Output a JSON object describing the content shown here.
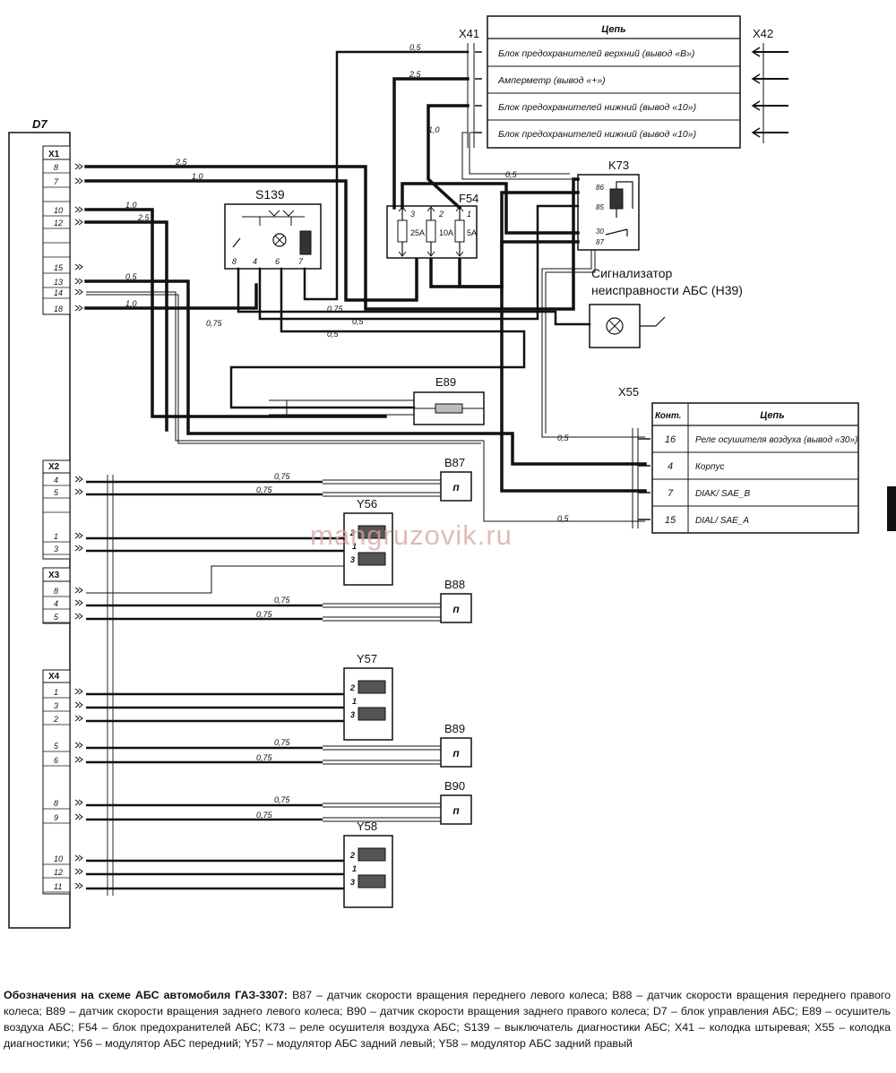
{
  "labels": {
    "d7": "D7",
    "x41": "X41",
    "x42": "X42",
    "k73": "K73",
    "f54": "F54",
    "s139": "S139",
    "e89": "E89",
    "x55": "X55",
    "b87": "B87",
    "b88": "B88",
    "b89": "B89",
    "b90": "B90",
    "y56": "Y56",
    "y57": "Y57",
    "y58": "Y58",
    "sensor_n": "п",
    "indicator_line1": "Сигнализатор",
    "indicator_line2": "неисправности АБС (H39)"
  },
  "circuit_table": {
    "header": "Цепь",
    "rows": [
      "Блок предохранителей верхний (вывод «В»)",
      "Амперметр (вывод «+»)",
      "Блок предохранителей нижний (вывод «10»)",
      "Блок предохранителей нижний (вывод «10»)"
    ]
  },
  "x55_table": {
    "header_cont": "Конт.",
    "header_circuit": "Цепь",
    "rows": [
      {
        "cont": "16",
        "circuit": "Реле осушителя воздуха (вывод «30»)"
      },
      {
        "cont": "4",
        "circuit": "Корпус"
      },
      {
        "cont": "7",
        "circuit": "DIAK/ SAE_B"
      },
      {
        "cont": "15",
        "circuit": "DIAL/ SAE_A"
      }
    ]
  },
  "connectors": {
    "x1": {
      "name": "X1",
      "pins": [
        "8",
        "7",
        "",
        "10",
        "12",
        "",
        "",
        "15",
        "13",
        "14",
        "18"
      ]
    },
    "x2": {
      "name": "X2",
      "pins": [
        "4",
        "5",
        "",
        "1",
        "3"
      ]
    },
    "x3": {
      "name": "X3",
      "pins": [
        "8",
        "4",
        "5"
      ]
    },
    "x4": {
      "name": "X4",
      "pins": [
        "1",
        "3",
        "2",
        "5",
        "6",
        "8",
        "9",
        "10",
        "12",
        "11"
      ]
    }
  },
  "fuses": [
    "25A",
    "10A",
    "5A"
  ],
  "fuse_pins_top": [
    "3",
    "2",
    "1"
  ],
  "s139_pins": [
    "8",
    "4",
    "6",
    "7"
  ],
  "k73_pins": [
    "86",
    "85",
    "30",
    "87"
  ],
  "modulator_pins": [
    "2",
    "1",
    "3"
  ],
  "wire_sizes": {
    "w05": "0,5",
    "w25": "2,5",
    "w10": "1,0",
    "w075": "0,75"
  },
  "watermark": "mangruzovik.ru",
  "caption": {
    "bold": "Обозначения на схеме АБС автомобиля ГАЗ-3307:",
    "text": " B87 – датчик скорости вращения переднего левого колеса; B88 – датчик скорости вращения переднего правого колеса; B89 – датчик скорости вращения заднего левого колеса; B90 – датчик скорости вращения заднего правого колеса; D7 – блок управления АБС; E89 – осушитель воздуха АБС; F54 – блок предохранителей АБС; K73 – реле осушителя воздуха АБС; S139 – выключатель диагностики АБС; X41 – колодка штыревая; X55 – колодка диагностики; Y56 – модулятор АБС передний; Y57 – модулятор АБС задний левый; Y58 – модулятор АБС задний правый"
  }
}
